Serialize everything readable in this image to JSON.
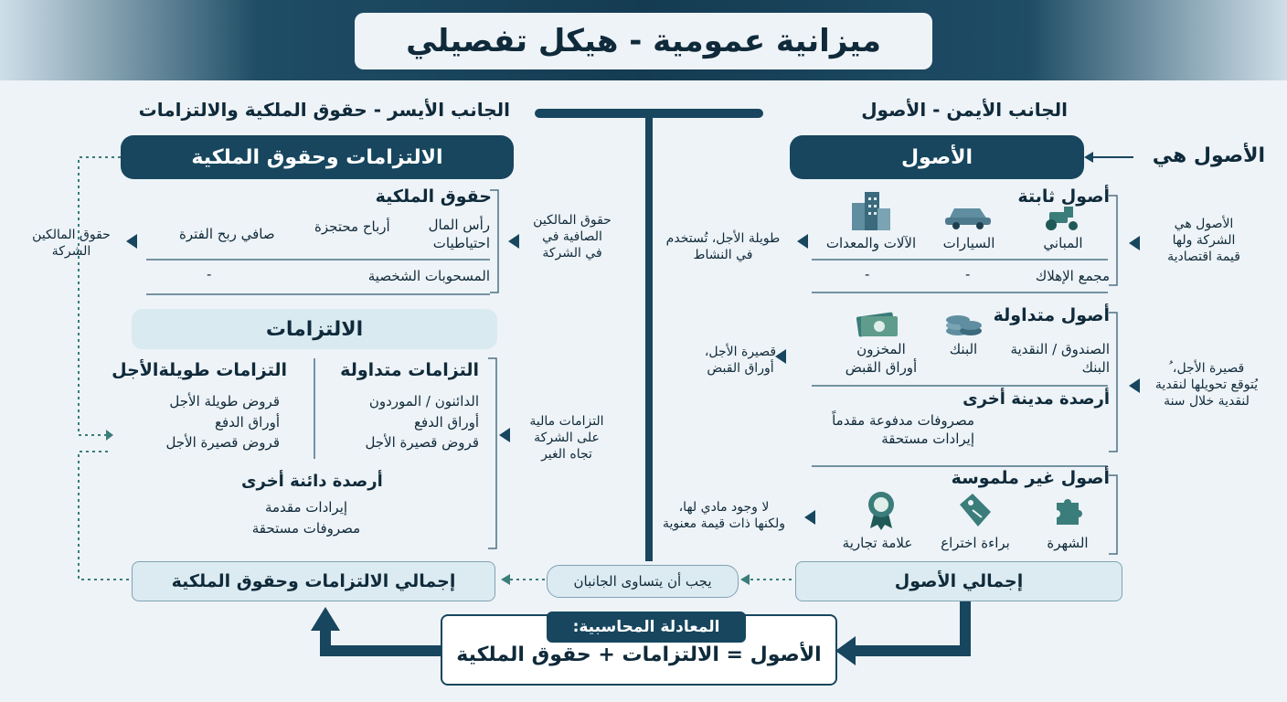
{
  "title": "ميزانية عمومية - هيكل تفصيلي",
  "right_side_title": "الجانب الأيمن - الأصول",
  "left_side_title": "الجانب الأيسر - حقوق الملكية والالتزامات",
  "assets": {
    "header": "الأصول",
    "pointer_label": "الأصول هي",
    "definition": [
      "الأصول هي",
      "الشركة ولها",
      "قيمة اقتصادية"
    ],
    "fixed": {
      "title": "أصول ثابتة",
      "items": [
        "المباني",
        "السيارات",
        "الآلات والمعدات"
      ],
      "depreciation": "مجمع الإهلاك",
      "dash1": "-",
      "dash2": "-",
      "note": [
        "طويلة الأجل، تُستخدم",
        "في النشاط"
      ]
    },
    "current": {
      "title": "أصول متداولة",
      "cash_bank": [
        "الصندوق / النقدية",
        "البنك"
      ],
      "bank": "البنك",
      "inventory": [
        "المخزون",
        "أوراق القبض"
      ],
      "note": [
        "قصيرة الأجل،",
        "أوراق القبض"
      ],
      "side_note": [
        "قصيرة الأجل، ُ",
        "يُتوقع تحويلها لنقدية",
        "لنقدية خلال سنة"
      ]
    },
    "other_debit": {
      "title": "أرصدة مدينة أخرى",
      "items": [
        "مصروفات مدفوعة مقدماً",
        "إيرادات مستحقة"
      ]
    },
    "intangible": {
      "title": "أصول غير ملموسة",
      "items": [
        "الشهرة",
        "براءة اختراع",
        "علامة تجارية"
      ],
      "note": [
        "لا وجود مادي لها،",
        "ولكنها ذات قيمة معنوية"
      ]
    },
    "total": "إجمالي الأصول"
  },
  "equity_liabilities": {
    "header": "الالتزامات وحقوق الملكية",
    "owners_note": [
      "حقوق المالكين",
      "الشركة"
    ],
    "equity": {
      "title": "حقوق الملكية",
      "capital": [
        "رأس المال",
        "احتياطيات"
      ],
      "retained": "أرباح محتجزة",
      "net_profit": "صافي ربح الفترة",
      "drawings": "المسحوبات الشخصية",
      "dash": "-",
      "note": [
        "حقوق المالكين",
        "الصافية في",
        "في الشركة"
      ]
    },
    "liabilities": {
      "header": "الالتزامات",
      "current": {
        "title": "التزامات متداولة",
        "items": [
          "الدائنون / الموردون",
          "أوراق الدفع",
          "قروض قصيرة الأجل"
        ]
      },
      "long_term": {
        "title": "التزامات طويلةالأجل",
        "items": [
          "قروض طويلة الأجل",
          "أوراق الدفع",
          "قروض قصيرة الأجل"
        ]
      },
      "other_credit": {
        "title": "أرصدة دائنة أخرى",
        "items": [
          "إيرادات مقدمة",
          "مصروفات مستحقة"
        ]
      },
      "note": [
        "التزامات مالية",
        "على الشركة",
        "تجاه الغير"
      ]
    },
    "total": "إجمالي الالتزامات وحقوق الملكية"
  },
  "balance_note": "يجب أن يتساوى الجانبان",
  "equation": {
    "label": "المعادلة المحاسبية:",
    "text": "الأصول = الالتزامات + حقوق الملكية"
  },
  "colors": {
    "primary": "#17465e",
    "light": "#d9eaf1",
    "background": "#eef3f7",
    "icon": "#3a7d7a"
  }
}
